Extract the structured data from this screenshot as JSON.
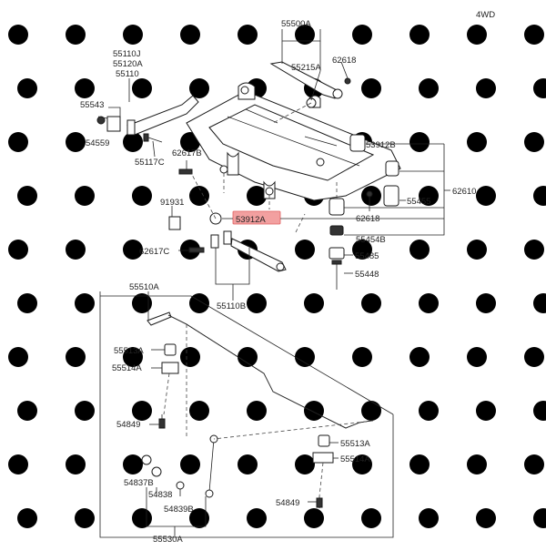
{
  "header": {
    "variant": "4WD"
  },
  "highlight": {
    "color": "#f2a0a0",
    "stroke": "#e06060"
  },
  "callouts": {
    "c55500A": "55500A",
    "c55215A": "55215A",
    "c62618a": "62618",
    "c55110J": "55110J",
    "c55120A": "55120A",
    "c55110": "55110",
    "c55543": "55543",
    "c54559": "54559",
    "c55117C": "55117C",
    "c62617B": "62617B",
    "c53912B": "53912B",
    "c62610": "62610",
    "c55455": "55455",
    "c62618b": "62618",
    "c91931": "91931",
    "c53912A": "53912A",
    "c55454B": "55454B",
    "c55485": "55485",
    "c62617C": "62617C",
    "c55448": "55448",
    "c55110B": "55110B",
    "c55510A": "55510A",
    "c55513Aa": "55513A",
    "c55514Aa": "55514A",
    "c54849a": "54849",
    "c55513Ab": "55513A",
    "c55514Ab": "55514A",
    "c54837B": "54837B",
    "c54838": "54838",
    "c54839B": "54839B",
    "c54849b": "54849",
    "c55530A": "55530A"
  }
}
